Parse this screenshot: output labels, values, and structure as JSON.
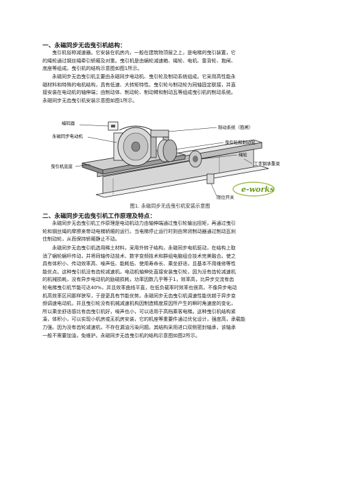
{
  "section1": {
    "heading": "一、永磁同步无齿曳引机结构：",
    "para1_lines": [
      "曳引机俗称减速器。它安装在机房内，一般在建筑物顶层之上，是电梯的曳引装置，它",
      "的绳轮通过钢丝绳牵引轿厢及对重。曳引机是由蜗轮减速箱、绳轮、电机、靠背轮、抱闸、",
      "底座等组成。曳引机的结构示意图如图1所示。"
    ],
    "para2_lines": [
      "永磁同步无齿曳引机主要由永磁同步电动机、曳引轮及制动系统组成。它采用高性能永",
      "磁材料和特殊的电机结构，具有低速、大转矩特性。曳引轮与制动轮为同轴固定联接，并直",
      "接安装在电动机的轴伸端；由制动体、制动轮、制动臂和制动瓦等组成曳引机的制动系统。",
      "永磁同步无齿曳引机安装示意图如图1所示。"
    ]
  },
  "figure": {
    "labels": {
      "encoder": "编码器",
      "motor": "永磁同步电动机",
      "brake": "制动系统（抱闸）",
      "sheave": "曳引轮和制动轮",
      "rope_wheel": "绳轮",
      "beam": "工字钢承重梁",
      "base": "曳引机底座",
      "limit_switch": "限位开关"
    },
    "watermark": "e-works",
    "caption": "图1. 永磁同步无齿曳引机安装示意图"
  },
  "section2": {
    "heading": "二、永磁同步无齿曳引机工作原理及特点：",
    "para1_lines": [
      "永磁同步无齿曳引机工作原理是电动机动力由轴伸端通过曳引轮输出扭矩，再通过曳引",
      "轮和钢丝绳的摩擦来带动电梯轿厢的运行。当电梯停止运行时则由常闭制动器通过制动瓦刹",
      "住制动轮，从而保持轿厢静止不动。"
    ],
    "para2_lines": [
      "永磁同步无齿曳引机选用稀土材料，采用外转子结构，永磁同步电机驱动，在结构上取",
      "消了蜗轮蜗杆传动，并将同轴传动技术、数字变频技术和群组电脑组合技术完美融合。使之",
      "具有体积小、传动效率高、噪声低、能耗低、使用寿命长、乘坐舒适，且基本不用维修等性",
      "能优点。这种曳引机没有齿轮减速机，电动机轴伸处直接安装曳引轮，因为没有齿轮减速机",
      "的机械损耗，没有异步电动机的励磁损耗，功率因数几乎等于1，效率高，比异步交流有齿",
      "轮电梯曳引机节能可达40%，并且效率曲线平直，在低负载率时效率也很高，不像异步电动",
      "机高效率区间那样狭窄，于是更具有节能优势。永磁同步无齿曳引机调速性能优越于异步变",
      "频调速电动机，并且曳引轮没有机械减速机构因制造精度原因所产生的瞬时角速度的变化，",
      "所以乘坐舒适感比有齿曳引机好，噪声也小，可以适用于高档乘客电梯。这种曳引机结构紧",
      "凑，体积小，可以实现小机房或无机房安装，它的机座等重要件通过优化设计，强度高，承载能",
      "力强。因为没有齿轮减速机，不存在漏油污染问题。其结构采用进口双侧密封轴承，该轴承",
      "一般不需要加油，免维护。永磁同步无齿曳引机的结构示意图如图2所示。"
    ]
  }
}
